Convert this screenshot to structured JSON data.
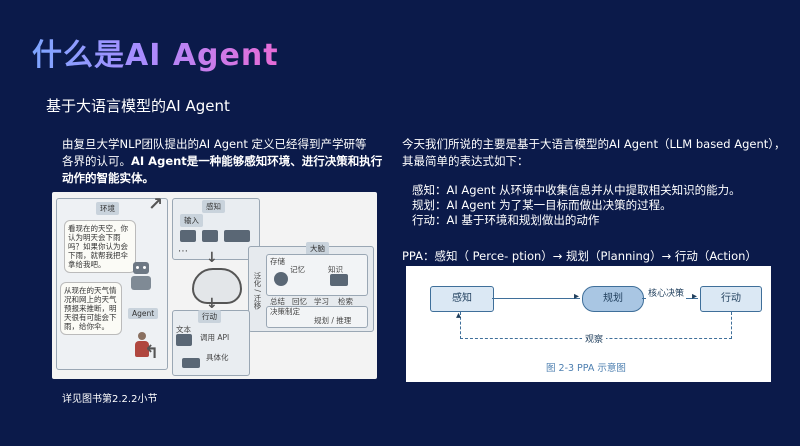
{
  "slide": {
    "title": "什么是AI Agent",
    "subtitle": "基于大语言模型的AI Agent"
  },
  "left": {
    "para_line1": "由复旦大学NLP团队提出的AI Agent 定义已经得到产学研等",
    "para_line2": "各界的认可。",
    "para_line2_bold": "AI Agent是一种能够感知环境、进行决策和执行",
    "para_line3_bold": "动作的智能实体。",
    "caption": "详见图书第2.2.2小节",
    "figure": {
      "env_label": "环境",
      "note1": "看现在的天空，你认为明天会下雨吗？如果你认为会下雨，就帮我把伞拿给我吧。",
      "note2": "从现在的天气情况和网上的天气预报来推断，明天很有可能会下雨，给你伞。",
      "agent_label": "Agent",
      "perception_label": "感知",
      "input_label": "输入",
      "brain_label": "大脑",
      "storage_label": "存储",
      "memory_label": "记忆",
      "knowledge_label": "知识",
      "summary_label": "总结",
      "recall_label": "回忆",
      "learn_label": "学习",
      "retrieve_label": "检索",
      "decision_label": "决策制定",
      "plan_label": "规划 / 推理",
      "side_label": "泛化 / 迁移",
      "action_label": "行动",
      "text_label": "文本",
      "tool_label": "调用 API",
      "embody_label": "具体化"
    }
  },
  "right": {
    "intro_line1": "今天我们所说的主要是基于大语言模型的AI Agent（LLM based Agent），",
    "intro_line2": "其最简单的表达式如下：",
    "defs": [
      "感知：AI Agent 从环境中收集信息并从中提取相关知识的能力。",
      "规划：AI Agent 为了某一目标而做出决策的过程。",
      "行动：AI 基于环境和规划做出的动作"
    ],
    "ppa": "PPA：感知（ Perce- ption）→ 规划（Planning）→ 行动（Action）",
    "figure": {
      "perceive": "感知",
      "plan": "规划",
      "decision": "核心决策",
      "act": "行动",
      "observe": "观察",
      "caption": "图 2-3    PPA 示意图"
    }
  }
}
